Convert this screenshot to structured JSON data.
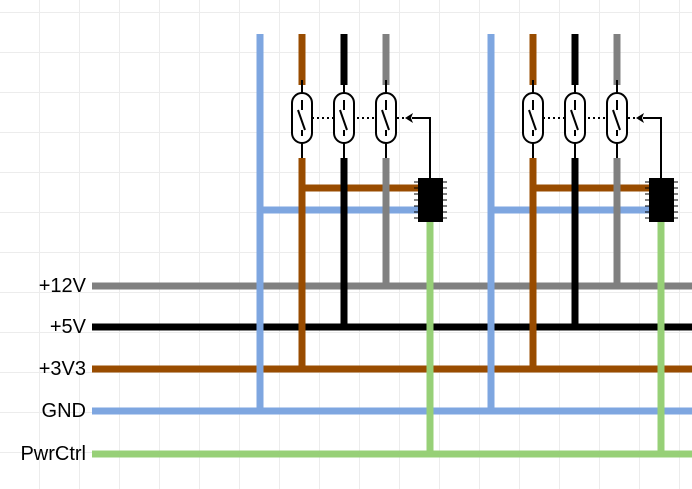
{
  "buses": [
    {
      "label": "+12V",
      "color": "#808080"
    },
    {
      "label": "+5V",
      "color": "#000000"
    },
    {
      "label": "+3V3",
      "color": "#994C00"
    },
    {
      "label": "GND",
      "color": "#7EA6E0"
    },
    {
      "label": "PwrCtrl",
      "color": "#97D077"
    }
  ],
  "modules": 2
}
